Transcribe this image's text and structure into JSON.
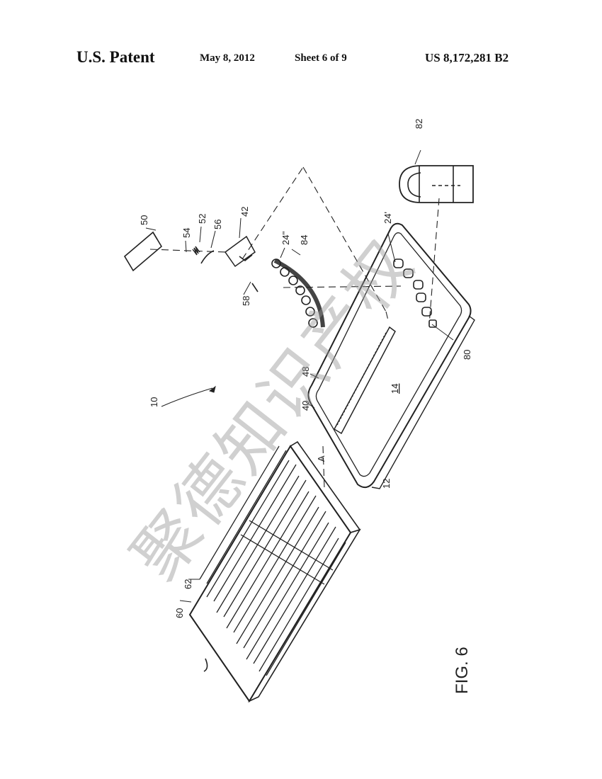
{
  "header": {
    "title": "U.S. Patent",
    "date": "May 8, 2012",
    "sheet": "Sheet 6 of 9",
    "patent_number": "US 8,172,281 B2"
  },
  "figure": {
    "caption": "FIG. 6",
    "labels": {
      "l10": "10",
      "l12": "12",
      "l14": "14",
      "l24p": "24'",
      "l24pp": "24''",
      "l40": "40",
      "l42": "42",
      "l48": "48",
      "l50": "50",
      "l52": "52",
      "l54": "54",
      "l56": "56",
      "l58": "58",
      "l60": "60",
      "l62": "62",
      "l80": "80",
      "l82": "82",
      "l84": "84",
      "lA": "A"
    }
  },
  "watermark": "聚德知识产权"
}
